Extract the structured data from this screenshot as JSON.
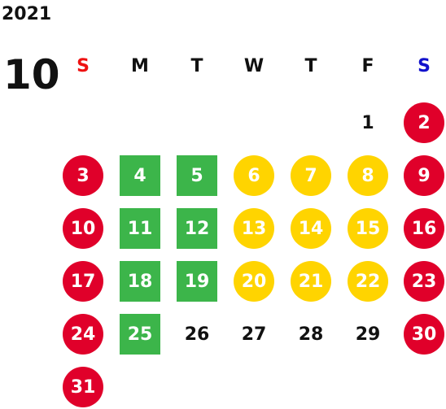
{
  "year": "2021",
  "month": "10",
  "colors": {
    "red": "#e0002a",
    "yellow": "#ffd400",
    "green": "#3cb54a",
    "sunday_header": "#ee1111",
    "saturday_header": "#1111cc"
  },
  "weekdays": [
    {
      "label": "S",
      "kind": "sun"
    },
    {
      "label": "M",
      "kind": "weekday"
    },
    {
      "label": "T",
      "kind": "weekday"
    },
    {
      "label": "W",
      "kind": "weekday"
    },
    {
      "label": "T",
      "kind": "weekday"
    },
    {
      "label": "F",
      "kind": "weekday"
    },
    {
      "label": "S",
      "kind": "sat"
    }
  ],
  "weeks": [
    [
      null,
      null,
      null,
      null,
      null,
      {
        "day": "1",
        "mark": "none"
      },
      {
        "day": "2",
        "mark": "red"
      }
    ],
    [
      {
        "day": "3",
        "mark": "red"
      },
      {
        "day": "4",
        "mark": "green"
      },
      {
        "day": "5",
        "mark": "green"
      },
      {
        "day": "6",
        "mark": "yellow"
      },
      {
        "day": "7",
        "mark": "yellow"
      },
      {
        "day": "8",
        "mark": "yellow"
      },
      {
        "day": "9",
        "mark": "red"
      }
    ],
    [
      {
        "day": "10",
        "mark": "red"
      },
      {
        "day": "11",
        "mark": "green"
      },
      {
        "day": "12",
        "mark": "green"
      },
      {
        "day": "13",
        "mark": "yellow"
      },
      {
        "day": "14",
        "mark": "yellow"
      },
      {
        "day": "15",
        "mark": "yellow"
      },
      {
        "day": "16",
        "mark": "red"
      }
    ],
    [
      {
        "day": "17",
        "mark": "red"
      },
      {
        "day": "18",
        "mark": "green"
      },
      {
        "day": "19",
        "mark": "green"
      },
      {
        "day": "20",
        "mark": "yellow"
      },
      {
        "day": "21",
        "mark": "yellow"
      },
      {
        "day": "22",
        "mark": "yellow"
      },
      {
        "day": "23",
        "mark": "red"
      }
    ],
    [
      {
        "day": "24",
        "mark": "red"
      },
      {
        "day": "25",
        "mark": "green"
      },
      {
        "day": "26",
        "mark": "none"
      },
      {
        "day": "27",
        "mark": "none"
      },
      {
        "day": "28",
        "mark": "none"
      },
      {
        "day": "29",
        "mark": "none"
      },
      {
        "day": "30",
        "mark": "red"
      }
    ],
    [
      {
        "day": "31",
        "mark": "red"
      },
      null,
      null,
      null,
      null,
      null,
      null
    ]
  ]
}
